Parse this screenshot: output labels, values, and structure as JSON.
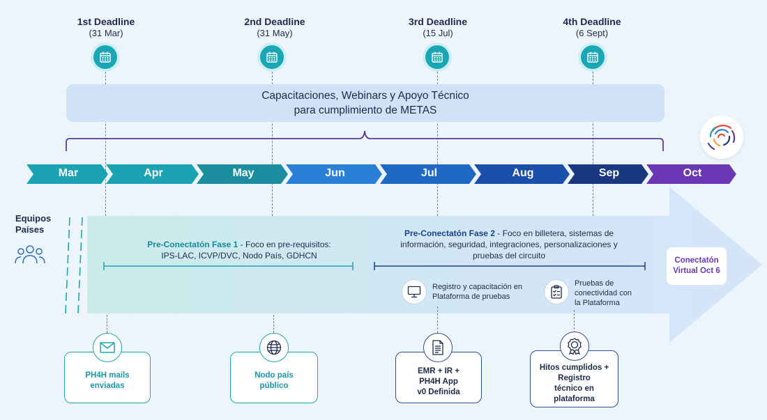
{
  "deadlines": [
    {
      "title": "1st Deadline",
      "date": "(31 Mar)"
    },
    {
      "title": "2nd Deadline",
      "date": "(31 May)"
    },
    {
      "title": "3rd Deadline",
      "date": "(15 Jul)"
    },
    {
      "title": "4th Deadline",
      "date": "(6 Sept)"
    }
  ],
  "banner": {
    "line1": "Capacitaciones, Webinars y Apoyo Técnico",
    "line2": "para cumplimiento de METAS"
  },
  "months": [
    "Mar",
    "Apr",
    "May",
    "Jun",
    "Jul",
    "Aug",
    "Sep",
    "Oct"
  ],
  "month_colors": [
    "#1ba3b3",
    "#1ba3b3",
    "#1a8d9f",
    "#2a7fd6",
    "#1f68c3",
    "#1a4fac",
    "#1a3880",
    "#6a38b4"
  ],
  "equipos": {
    "line1": "Equipos",
    "line2": "Países",
    "icon": "people-icon"
  },
  "phase1": {
    "title": "Pre-Conectatón Fase 1",
    "desc": " - Foco en pre-requisitos:",
    "line2": "IPS-LAC, ICVP/DVC, Nodo País, GDHCN"
  },
  "phase2": {
    "title": "Pre-Conectatón Fase 2",
    "desc": " - Foco en billetera, sistemas de",
    "line2": "información, seguridad, integraciones, personalizaciones y",
    "line3": "pruebas del circuito"
  },
  "conectaton": {
    "line1": "Conectatón",
    "line2": "Virtual Oct 6"
  },
  "tasks": [
    {
      "line1": "Registro y capacitación en",
      "line2": "Plataforma de pruebas",
      "icon": "monitor-icon"
    },
    {
      "line1": "Pruebas de",
      "line2": "conectividad con",
      "line3": "la Plataforma",
      "icon": "clipboard-checklist-icon"
    }
  ],
  "milestones": [
    {
      "lines": [
        "PH4H mails",
        "enviadas"
      ],
      "icon": "mail-icon"
    },
    {
      "lines": [
        "Nodo país",
        "público"
      ],
      "icon": "globe-icon"
    },
    {
      "lines": [
        "EMR + IR +",
        "PH4H App",
        "v0 Definida"
      ],
      "icon": "document-icon"
    },
    {
      "lines": [
        "Hitos cumplidos +",
        "Registro",
        "técnico en",
        "plataforma"
      ],
      "icon": "award-badge-icon"
    }
  ],
  "colors": {
    "teal": "#1aa6b4",
    "navy": "#1a3f8f",
    "purple": "#6a38b4",
    "bracket": "#5b3a96"
  }
}
